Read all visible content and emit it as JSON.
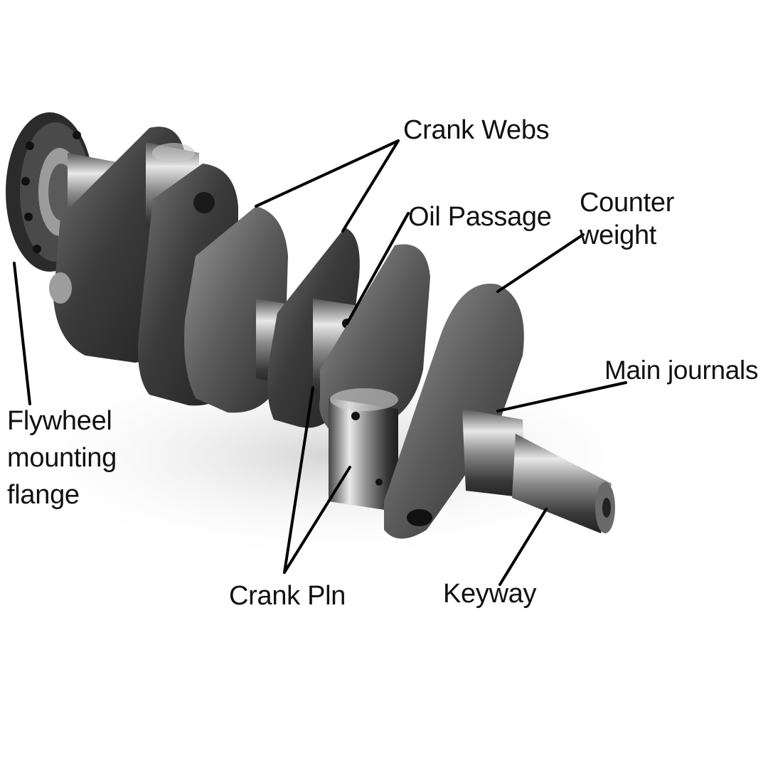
{
  "labels": {
    "crank_webs": "Crank Webs",
    "oil_passage": "Oil Passage",
    "counter_weight_line1": "Counter",
    "counter_weight_line2": "weight",
    "main_journals": "Main journals",
    "flywheel_line1": "Flywheel",
    "flywheel_line2": "mounting",
    "flywheel_line3": "flange",
    "crank_pin": "Crank Pln",
    "keyway": "Keyway"
  },
  "colors": {
    "background": "#ffffff",
    "text": "#111111",
    "leader_line": "#000000",
    "metal_dark": "#2f2f2f",
    "metal_mid": "#6e6e6e",
    "metal_light": "#d6d6d6",
    "shadow": "#d0d0d0"
  }
}
